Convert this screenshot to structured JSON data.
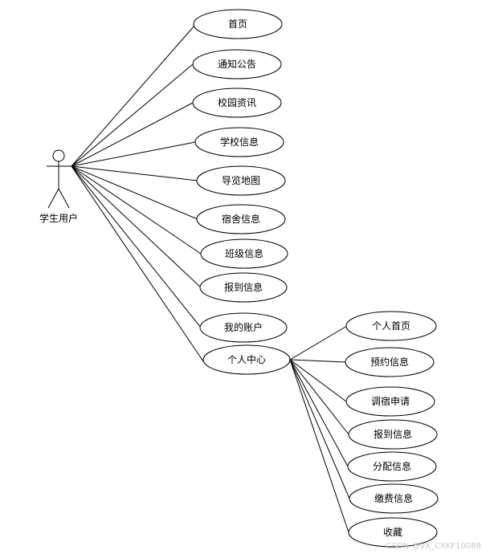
{
  "actor": {
    "label": "学生用户",
    "icon": "stick-figure-icon"
  },
  "use_cases": [
    {
      "id": "home",
      "label": "首页"
    },
    {
      "id": "notice",
      "label": "通知公告"
    },
    {
      "id": "campus-news",
      "label": "校园资讯"
    },
    {
      "id": "school-info",
      "label": "学校信息"
    },
    {
      "id": "nav-map",
      "label": "导览地图"
    },
    {
      "id": "dorm-info",
      "label": "宿舍信息"
    },
    {
      "id": "class-info",
      "label": "班级信息"
    },
    {
      "id": "checkin-info",
      "label": "报到信息"
    },
    {
      "id": "my-account",
      "label": "我的账户"
    },
    {
      "id": "personal-center",
      "label": "个人中心"
    }
  ],
  "sub_use_cases": [
    {
      "id": "personal-home",
      "label": "个人首页"
    },
    {
      "id": "reservation-info",
      "label": "预约信息"
    },
    {
      "id": "dorm-change-request",
      "label": "调宿申请"
    },
    {
      "id": "sub-checkin-info",
      "label": "报到信息"
    },
    {
      "id": "allocation-info",
      "label": "分配信息"
    },
    {
      "id": "payment-info",
      "label": "缴费信息"
    },
    {
      "id": "favorites",
      "label": "收藏"
    }
  ],
  "watermark": "CSDN @VX_CXKF10088"
}
